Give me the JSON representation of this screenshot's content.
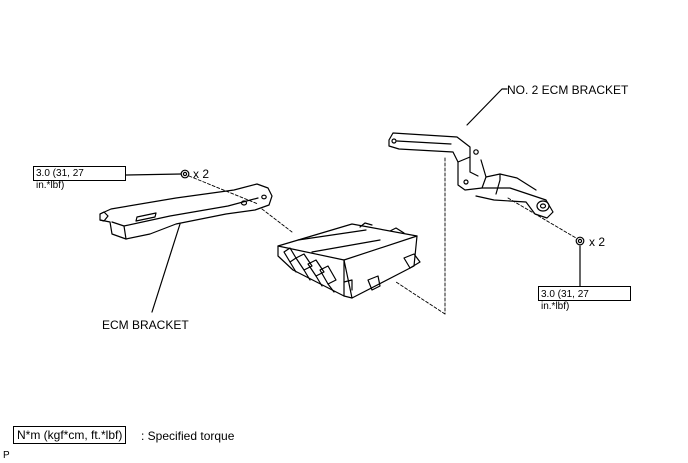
{
  "callouts": {
    "no2_ecm_bracket": "NO. 2 ECM BRACKET",
    "ecm_bracket": "ECM BRACKET"
  },
  "fasteners": [
    {
      "torque_line1": "3.0 (31, 27",
      "torque_line2": "in.*lbf)",
      "qty": "x 2"
    },
    {
      "torque_line1": "3.0 (31, 27",
      "torque_line2": "in.*lbf)",
      "qty": "x 2"
    }
  ],
  "legend": {
    "unit_box": "N*m (kgf*cm, ft.*lbf)",
    "description": ": Specified torque"
  },
  "corner_mark": "P"
}
